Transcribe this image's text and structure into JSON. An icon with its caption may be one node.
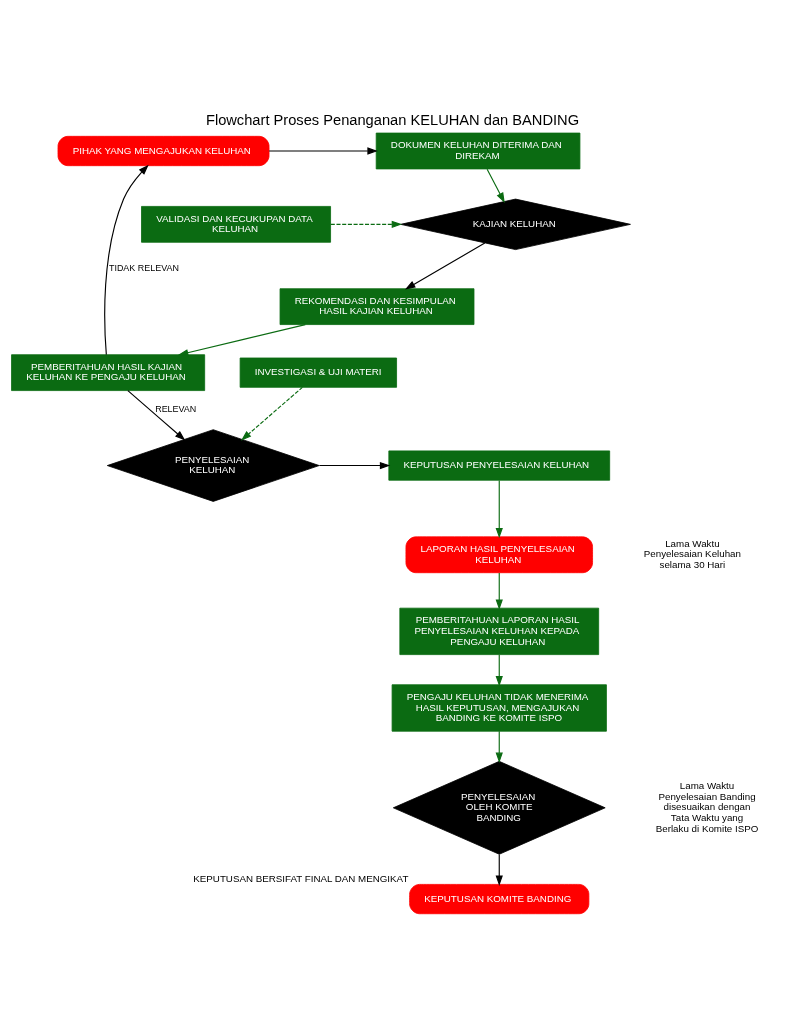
{
  "diagram": {
    "title": "Flowchart Proses Penanganan KELUHAN dan BANDING",
    "nodes": [
      {
        "text": [
          "PIHAK YANG MENGAJUKAN KELUHAN"
        ]
      },
      {
        "text": [
          "DOKUMEN KELUHAN DITERIMA DAN DIREKAM"
        ]
      },
      {
        "text": [
          "KAJIAN KELUHAN"
        ]
      },
      {
        "text": [
          "VALIDASI DAN KECUKUPAN DATA KELUHAN"
        ]
      },
      {
        "text": [
          "PEMBERITAHUAN HASIL KAJIAN KELUHAN KE PENGAJU KELUHAN"
        ]
      },
      {
        "text": [
          "REKOMENDASI DAN KESIMPULAN HASIL KAJIAN KELUHAN"
        ]
      },
      {
        "text": [
          "PENYELESAIAN KELUHAN"
        ]
      },
      {
        "text": [
          "KEPUTUSAN PENYELESAIAN KELUHAN"
        ]
      },
      {
        "text": [
          "INVESTIGASI & UJI MATERI"
        ]
      },
      {
        "text": [
          "LAPORAN HASIL PENYELESAIAN KELUHAN"
        ]
      },
      {
        "text": [
          "PEMBERITAHUAN LAPORAN HASIL PENYELESAIAN KELUHAN KEPADA PENGAJU KELUHAN"
        ]
      },
      {
        "text": [
          "PENGAJU KELUHAN TIDAK MENERIMA HASIL KEPUTUSAN, MENGAJUKAN BANDING KE KOMITE ISPO"
        ]
      },
      {
        "text": [
          "PENYELESAIAN OLEH KOMITE BANDING"
        ]
      },
      {
        "text": [
          "KEPUTUSAN KOMITE BANDING"
        ],
        "beside": [
          "KEPUTUSAN BERSIFAT FINAL DAN MENGIKAT"
        ]
      }
    ],
    "edges": [
      {
        "from": 0,
        "to": 1,
        "arrow": "to",
        "color": "#000000"
      },
      {
        "from": 1,
        "to": 2,
        "arrow": "to"
      },
      {
        "from": 3,
        "to": 2,
        "arrow": "to",
        "style": "dashed"
      },
      {
        "from": 2,
        "to": 5,
        "arrow": "to",
        "color": "#000000"
      },
      {
        "from": 5,
        "to": 4,
        "arrow": "to"
      },
      {
        "from": 4,
        "to": 0,
        "arrow": "to",
        "label": "TIDAK RELEVAN",
        "color": "#000000"
      },
      {
        "from": 4,
        "to": 6,
        "arrow": "to",
        "label": "RELEVAN",
        "color": "#000000"
      },
      {
        "from": 6,
        "to": 7,
        "arrow": "to",
        "color": "#000000"
      },
      {
        "from": 8,
        "to": 6,
        "arrow": "to",
        "style": "dashed"
      },
      {
        "from": 7,
        "to": 9,
        "arrow": "to"
      },
      {
        "from": 9,
        "to": 10,
        "arrow": "to"
      },
      {
        "from": 10,
        "to": 11,
        "arrow": "to"
      },
      {
        "from": 11,
        "to": 12,
        "arrow": "to"
      },
      {
        "from": 12,
        "to": 13,
        "arrow": "to",
        "color": "#000000"
      }
    ],
    "labels": [
      "Lama Waktu Penyelesaian Keluhan selama 30 Hari",
      "Lama Waktu Penyelesaian Banding disesuaikan dengan Tata Waktu yang Berlaku di Komite ISPO"
    ]
  }
}
